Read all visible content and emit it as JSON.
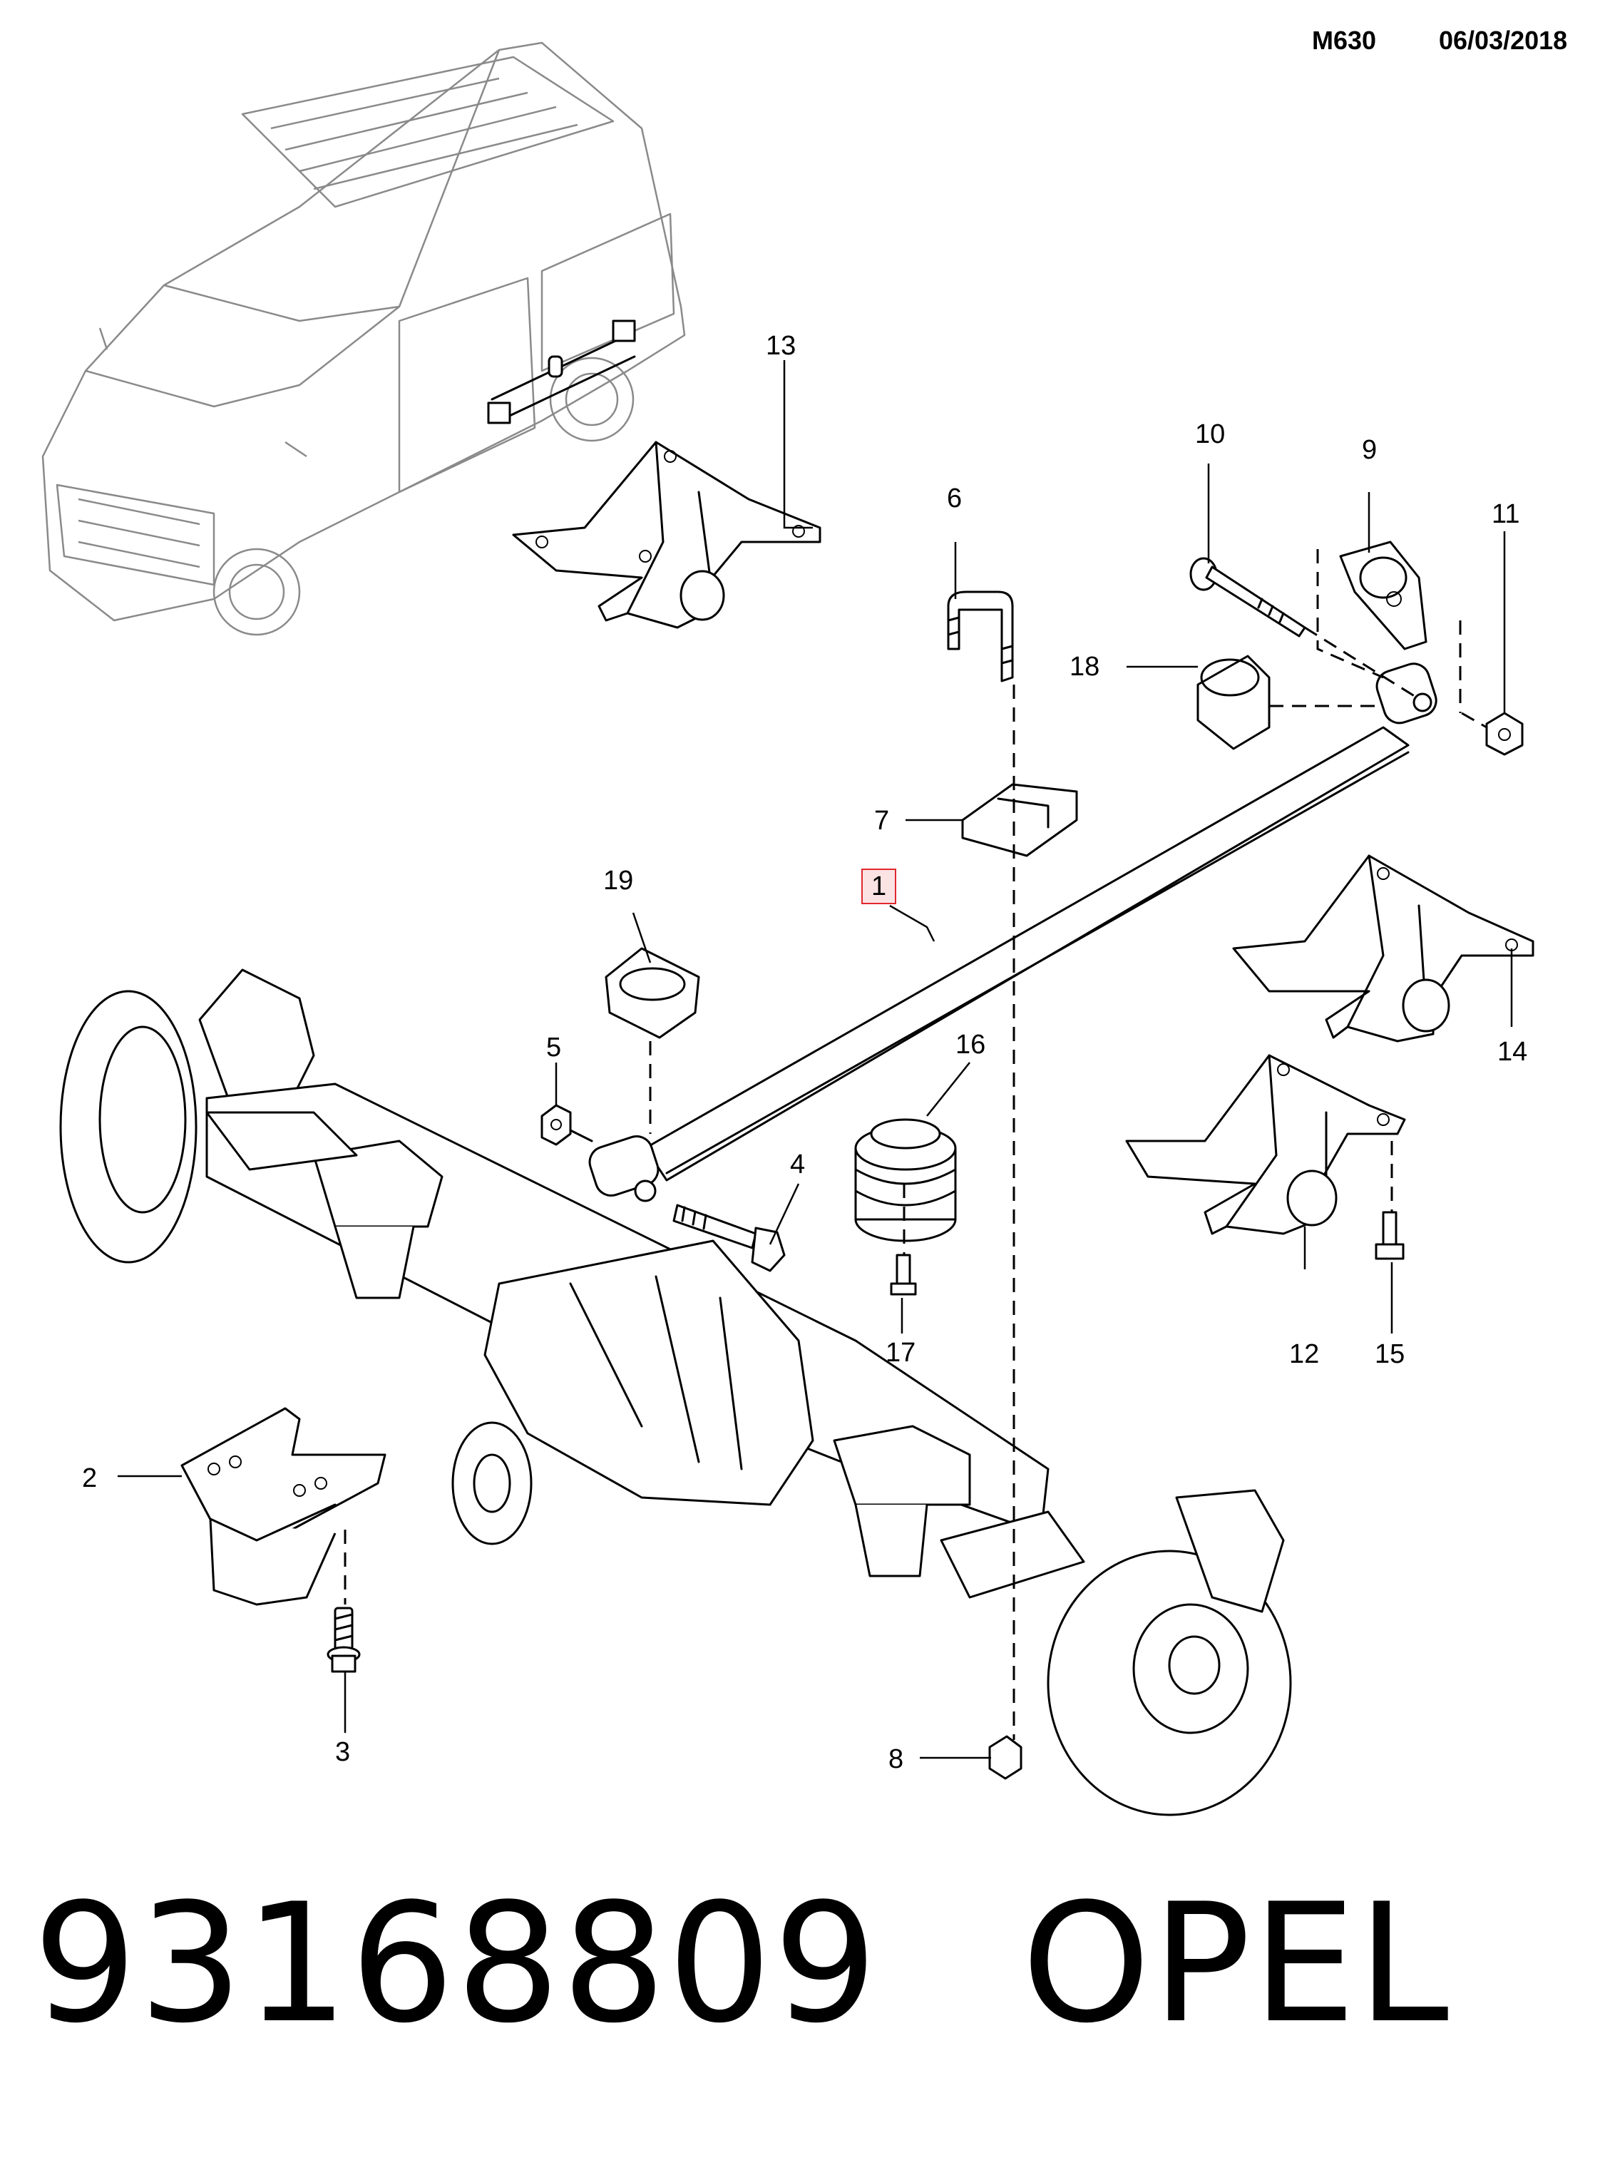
{
  "header": {
    "code": "M630",
    "date": "06/03/2018"
  },
  "callouts": [
    {
      "id": "1",
      "label": "1",
      "highlighted": true
    },
    {
      "id": "2",
      "label": "2"
    },
    {
      "id": "3",
      "label": "3"
    },
    {
      "id": "4",
      "label": "4"
    },
    {
      "id": "5",
      "label": "5"
    },
    {
      "id": "6",
      "label": "6"
    },
    {
      "id": "7",
      "label": "7"
    },
    {
      "id": "8",
      "label": "8"
    },
    {
      "id": "9",
      "label": "9"
    },
    {
      "id": "10",
      "label": "10"
    },
    {
      "id": "11",
      "label": "11"
    },
    {
      "id": "12",
      "label": "12"
    },
    {
      "id": "13",
      "label": "13"
    },
    {
      "id": "14",
      "label": "14"
    },
    {
      "id": "15",
      "label": "15"
    },
    {
      "id": "16",
      "label": "16"
    },
    {
      "id": "17",
      "label": "17"
    },
    {
      "id": "18",
      "label": "18"
    },
    {
      "id": "19",
      "label": "19"
    }
  ],
  "footer": {
    "part_number": "93168809",
    "brand": "OPEL"
  },
  "colors": {
    "highlight_border": "#e0282e",
    "highlight_fill": "#fbe3e4",
    "vehicle_outline": "#8a8a8a"
  }
}
